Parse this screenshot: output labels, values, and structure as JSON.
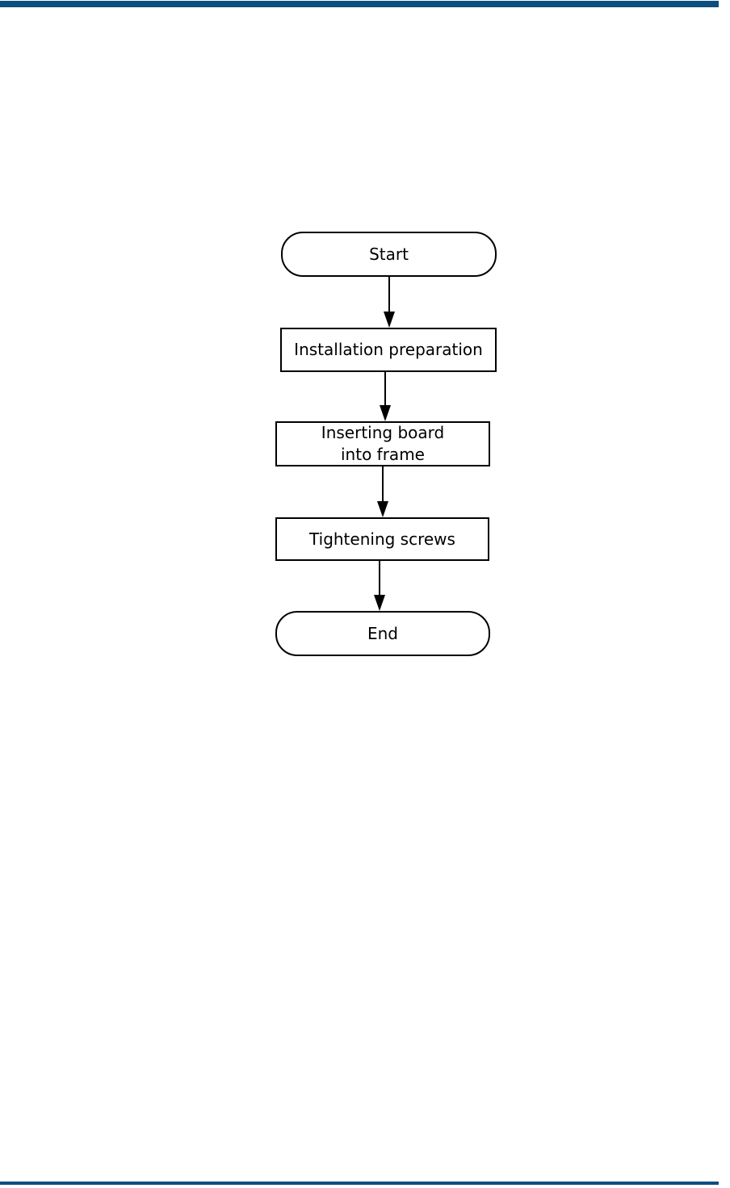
{
  "page": {
    "background": "#ffffff",
    "rule_color": "#0d4e7f"
  },
  "diagram": {
    "type": "flowchart",
    "direction": "top-down",
    "stroke_color": "#000000",
    "fill_color": "#ffffff",
    "nodes": [
      {
        "id": "start",
        "shape": "terminator",
        "label": "Start"
      },
      {
        "id": "prep",
        "shape": "process",
        "label": "Installation preparation"
      },
      {
        "id": "insert",
        "shape": "process",
        "label": "Inserting board into frame",
        "lines": [
          "Inserting board",
          "into frame"
        ]
      },
      {
        "id": "tighten",
        "shape": "process",
        "label": "Tightening screws"
      },
      {
        "id": "end",
        "shape": "terminator",
        "label": "End"
      }
    ],
    "edges": [
      {
        "from": "start",
        "to": "prep"
      },
      {
        "from": "prep",
        "to": "insert"
      },
      {
        "from": "insert",
        "to": "tighten"
      },
      {
        "from": "tighten",
        "to": "end"
      }
    ]
  }
}
